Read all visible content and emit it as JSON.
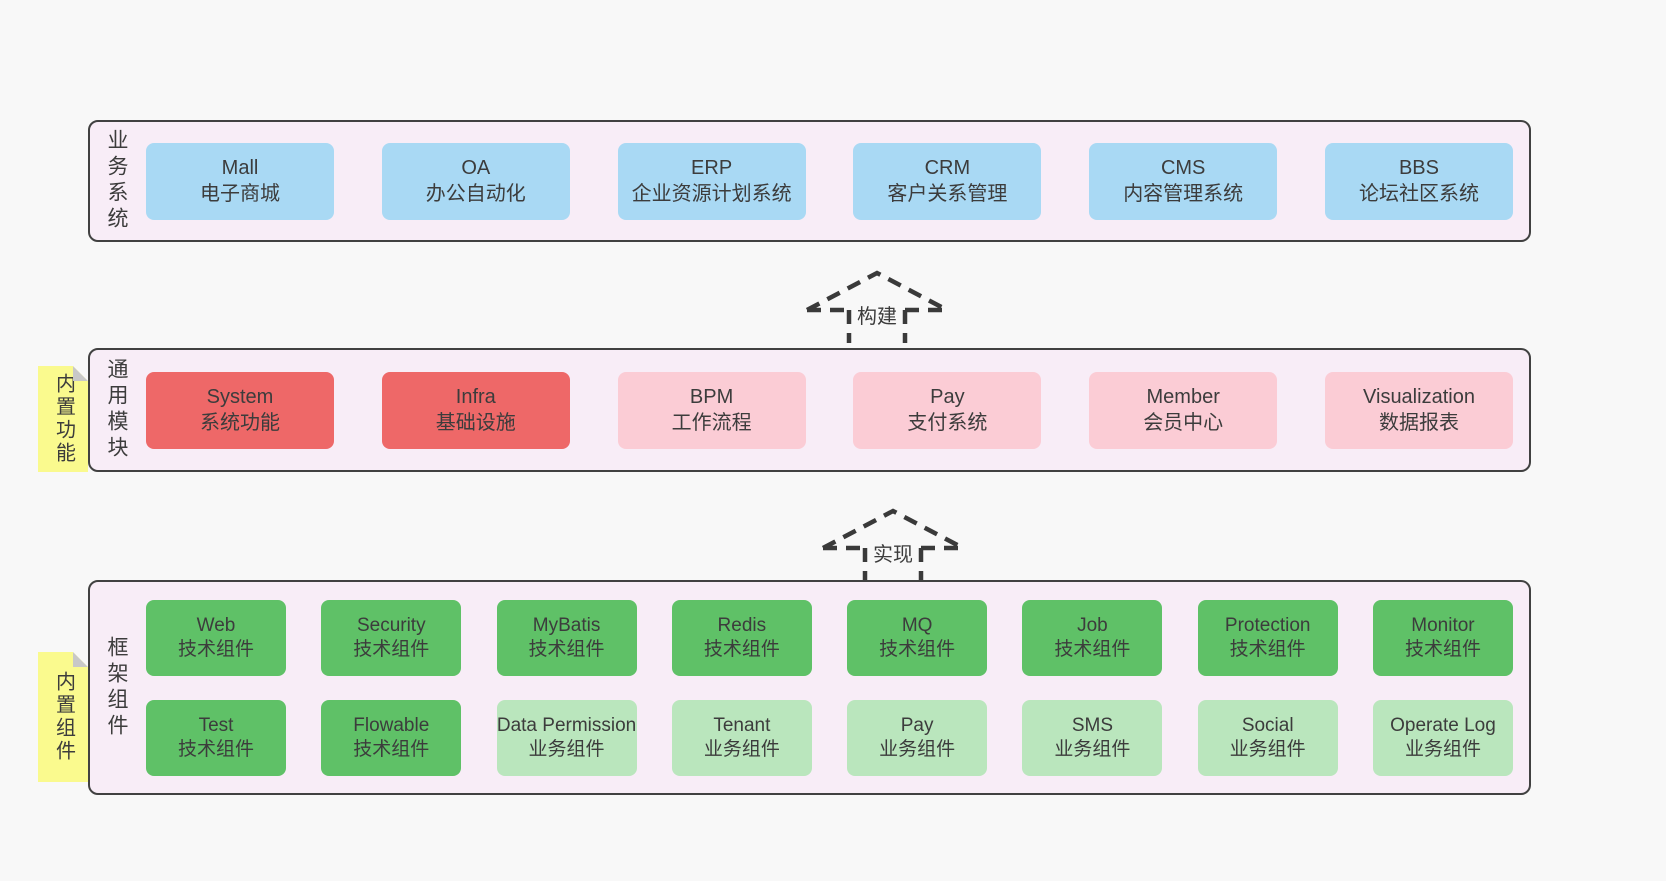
{
  "colors": {
    "page_bg": "#f8f8f8",
    "band_bg": "#f8edf7",
    "band_border": "#414141",
    "text": "#3c3c3c",
    "arrow": "#3a3a3a",
    "sticky_bg": "#fafa8e",
    "fold": "#c8c8c8",
    "blue": "#a9d9f4",
    "red": "#ee6868",
    "pink": "#fbccd5",
    "green": "#5fc167",
    "lightgreen": "#bae6bd"
  },
  "arrows": [
    {
      "label": "构建"
    },
    {
      "label": "实现"
    }
  ],
  "bands": [
    {
      "label": "业务系统",
      "boxes": [
        {
          "title": "Mall",
          "subtitle": "电子商城",
          "variant": "blue"
        },
        {
          "title": "OA",
          "subtitle": "办公自动化",
          "variant": "blue"
        },
        {
          "title": "ERP",
          "subtitle": "企业资源计划系统",
          "variant": "blue"
        },
        {
          "title": "CRM",
          "subtitle": "客户关系管理",
          "variant": "blue"
        },
        {
          "title": "CMS",
          "subtitle": "内容管理系统",
          "variant": "blue"
        },
        {
          "title": "BBS",
          "subtitle": "论坛社区系统",
          "variant": "blue"
        }
      ]
    },
    {
      "label": "通用模块",
      "sticky": "内置功能",
      "boxes": [
        {
          "title": "System",
          "subtitle": "系统功能",
          "variant": "red"
        },
        {
          "title": "Infra",
          "subtitle": "基础设施",
          "variant": "red"
        },
        {
          "title": "BPM",
          "subtitle": "工作流程",
          "variant": "pink"
        },
        {
          "title": "Pay",
          "subtitle": "支付系统",
          "variant": "pink"
        },
        {
          "title": "Member",
          "subtitle": "会员中心",
          "variant": "pink"
        },
        {
          "title": "Visualization",
          "subtitle": "数据报表",
          "variant": "pink"
        }
      ]
    },
    {
      "label": "框架组件",
      "sticky": "内置组件",
      "rows": [
        [
          {
            "title": "Web",
            "subtitle": "技术组件",
            "variant": "green"
          },
          {
            "title": "Security",
            "subtitle": "技术组件",
            "variant": "green"
          },
          {
            "title": "MyBatis",
            "subtitle": "技术组件",
            "variant": "green"
          },
          {
            "title": "Redis",
            "subtitle": "技术组件",
            "variant": "green"
          },
          {
            "title": "MQ",
            "subtitle": "技术组件",
            "variant": "green"
          },
          {
            "title": "Job",
            "subtitle": "技术组件",
            "variant": "green"
          },
          {
            "title": "Protection",
            "subtitle": "技术组件",
            "variant": "green"
          },
          {
            "title": "Monitor",
            "subtitle": "技术组件",
            "variant": "green"
          }
        ],
        [
          {
            "title": "Test",
            "subtitle": "技术组件",
            "variant": "green"
          },
          {
            "title": "Flowable",
            "subtitle": "技术组件",
            "variant": "green"
          },
          {
            "title": "Data Permission",
            "subtitle": "业务组件",
            "variant": "lightgreen"
          },
          {
            "title": "Tenant",
            "subtitle": "业务组件",
            "variant": "lightgreen"
          },
          {
            "title": "Pay",
            "subtitle": "业务组件",
            "variant": "lightgreen"
          },
          {
            "title": "SMS",
            "subtitle": "业务组件",
            "variant": "lightgreen"
          },
          {
            "title": "Social",
            "subtitle": "业务组件",
            "variant": "lightgreen"
          },
          {
            "title": "Operate Log",
            "subtitle": "业务组件",
            "variant": "lightgreen"
          }
        ]
      ]
    }
  ]
}
